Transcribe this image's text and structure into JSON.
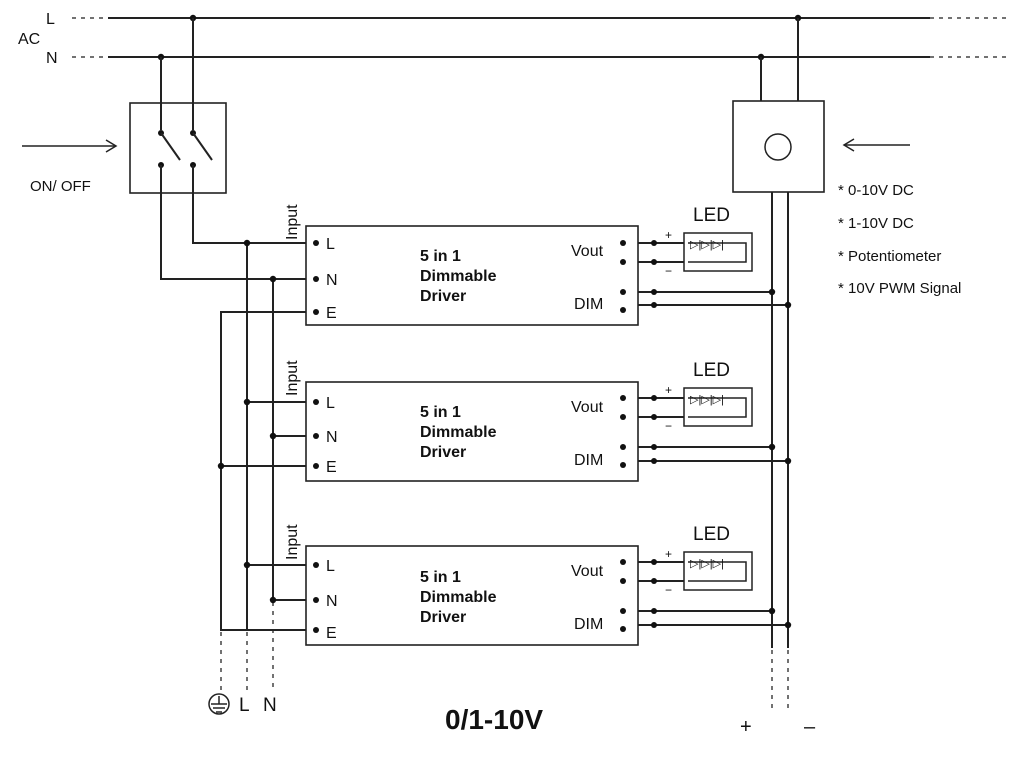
{
  "mains": {
    "ac": "AC",
    "l": "L",
    "n": "N"
  },
  "switch": {
    "label": "ON/ OFF"
  },
  "options": [
    "* 0-10V DC",
    "* 1-10V DC",
    "* Potentiometer",
    "* 10V PWM Signal"
  ],
  "drivers": [
    {
      "input": "Input",
      "pin_l": "L",
      "pin_n": "N",
      "pin_e": "E",
      "title_1": "5 in 1",
      "title_2": "Dimmable",
      "title_3": "Driver",
      "vout": "Vout",
      "dim": "DIM",
      "led": "LED",
      "plus": "+",
      "minus": "−"
    },
    {
      "input": "Input",
      "pin_l": "L",
      "pin_n": "N",
      "pin_e": "E",
      "title_1": "5 in 1",
      "title_2": "Dimmable",
      "title_3": "Driver",
      "vout": "Vout",
      "dim": "DIM",
      "led": "LED",
      "plus": "+",
      "minus": "−"
    },
    {
      "input": "Input",
      "pin_l": "L",
      "pin_n": "N",
      "pin_e": "E",
      "title_1": "5 in 1",
      "title_2": "Dimmable",
      "title_3": "Driver",
      "vout": "Vout",
      "dim": "DIM",
      "led": "LED",
      "plus": "+",
      "minus": "−"
    }
  ],
  "bottom": {
    "l": "L",
    "n": "N",
    "title": "0/1-10V",
    "plus": "+",
    "minus": "–"
  }
}
